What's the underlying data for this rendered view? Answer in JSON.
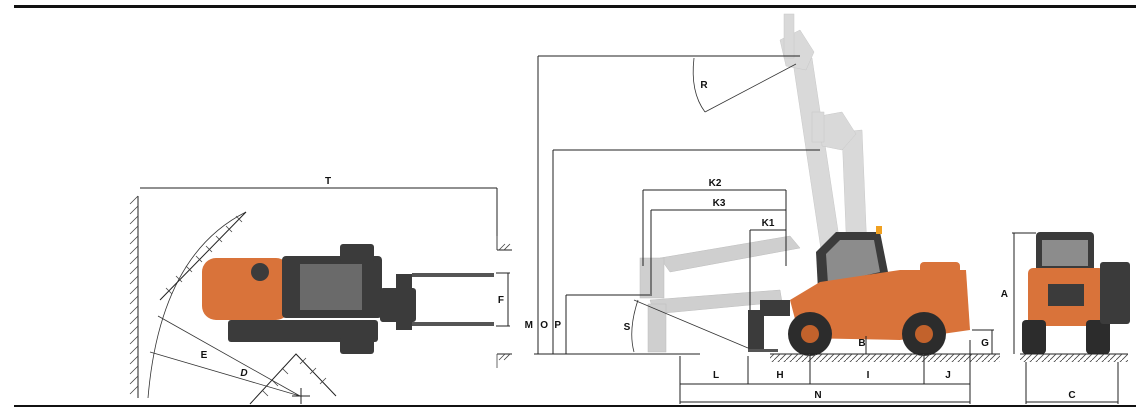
{
  "diagram": {
    "labels": {
      "T": "T",
      "F": "F",
      "E": "E",
      "D": "D",
      "M": "M",
      "O": "O",
      "P": "P",
      "S": "S",
      "R": "R",
      "K2": "K2",
      "K3": "K3",
      "K1": "K1",
      "B": "B",
      "G": "G",
      "A": "A",
      "L": "L",
      "H": "H",
      "I": "I",
      "J": "J",
      "N": "N",
      "C": "C"
    },
    "colors": {
      "body": "#d9733a",
      "boom": "#d9d9d9",
      "ink": "#222222"
    }
  }
}
